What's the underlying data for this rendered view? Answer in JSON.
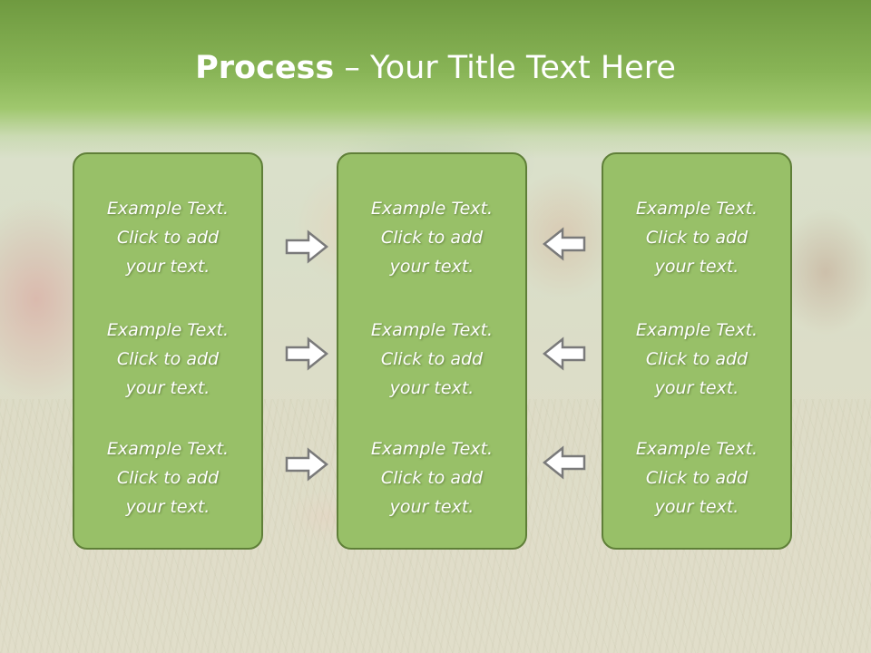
{
  "slide": {
    "title_bold": "Process",
    "title_rest": " – Your Title Text Here"
  },
  "columns": [
    {
      "items": [
        {
          "lines": [
            "Example Text.",
            "Click  to add",
            "your text."
          ]
        },
        {
          "lines": [
            "Example Text.",
            "Click  to add",
            "your text."
          ]
        },
        {
          "lines": [
            "Example Text.",
            "Click  to add",
            "your text."
          ]
        }
      ]
    },
    {
      "items": [
        {
          "lines": [
            "Example Text.",
            "Click  to add",
            "your text."
          ]
        },
        {
          "lines": [
            "Example Text.",
            "Click  to add",
            "your text."
          ]
        },
        {
          "lines": [
            "Example Text.",
            "Click  to add",
            "your text."
          ]
        }
      ]
    },
    {
      "items": [
        {
          "lines": [
            "Example Text.",
            "Click  to add",
            "your text."
          ]
        },
        {
          "lines": [
            "Example Text.",
            "Click  to add",
            "your text."
          ]
        },
        {
          "lines": [
            "Example Text.",
            "Click  to add",
            "your text."
          ]
        }
      ]
    }
  ],
  "arrows": {
    "left_group": [
      "arrow-right-icon",
      "arrow-right-icon",
      "arrow-right-icon"
    ],
    "right_group": [
      "arrow-left-icon",
      "arrow-left-icon",
      "arrow-left-icon"
    ]
  },
  "colors": {
    "header_green": "#88b456",
    "box_fill": "#98c068",
    "box_border": "#5f7f38",
    "text": "#ffffff"
  }
}
